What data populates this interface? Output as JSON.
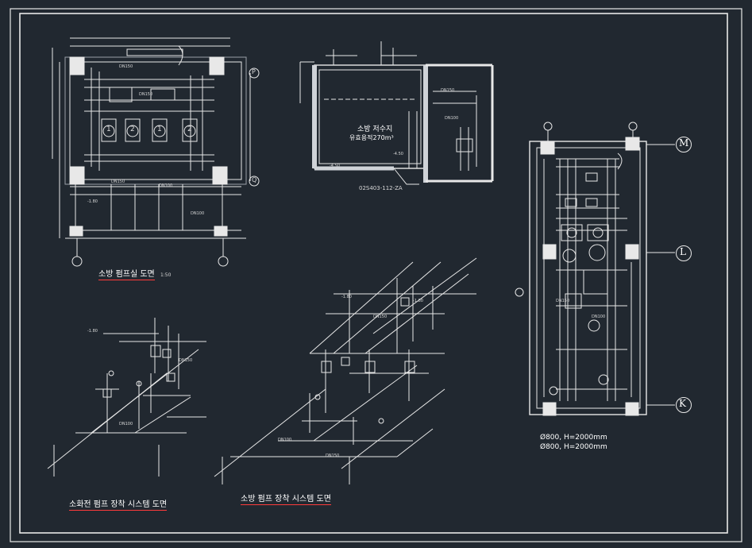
{
  "colors": {
    "background": "#212830",
    "line": "#e8e8e8",
    "accent": "#ff3b3b"
  },
  "titles": {
    "pump_room_plan": "소방 펌프실 도면",
    "pump_room_scale": "1:50",
    "hydrant_system": "소화전 펌프 장착 시스템 도면",
    "fire_pump_system": "소방 펌프 장착 시스템 도면"
  },
  "tank": {
    "label_name": "소방 저수지",
    "label_volume": "유효용적270m³",
    "ref_code": "02S403-112-ZA"
  },
  "right_plan": {
    "axis_marks": [
      "M",
      "L",
      "K"
    ],
    "notes": [
      "Ø800, H=2000mm",
      "Ø800, H=2000mm"
    ]
  },
  "pumps": [
    "1",
    "2",
    "1",
    "2"
  ],
  "left_axes": [
    "P",
    "Q"
  ]
}
